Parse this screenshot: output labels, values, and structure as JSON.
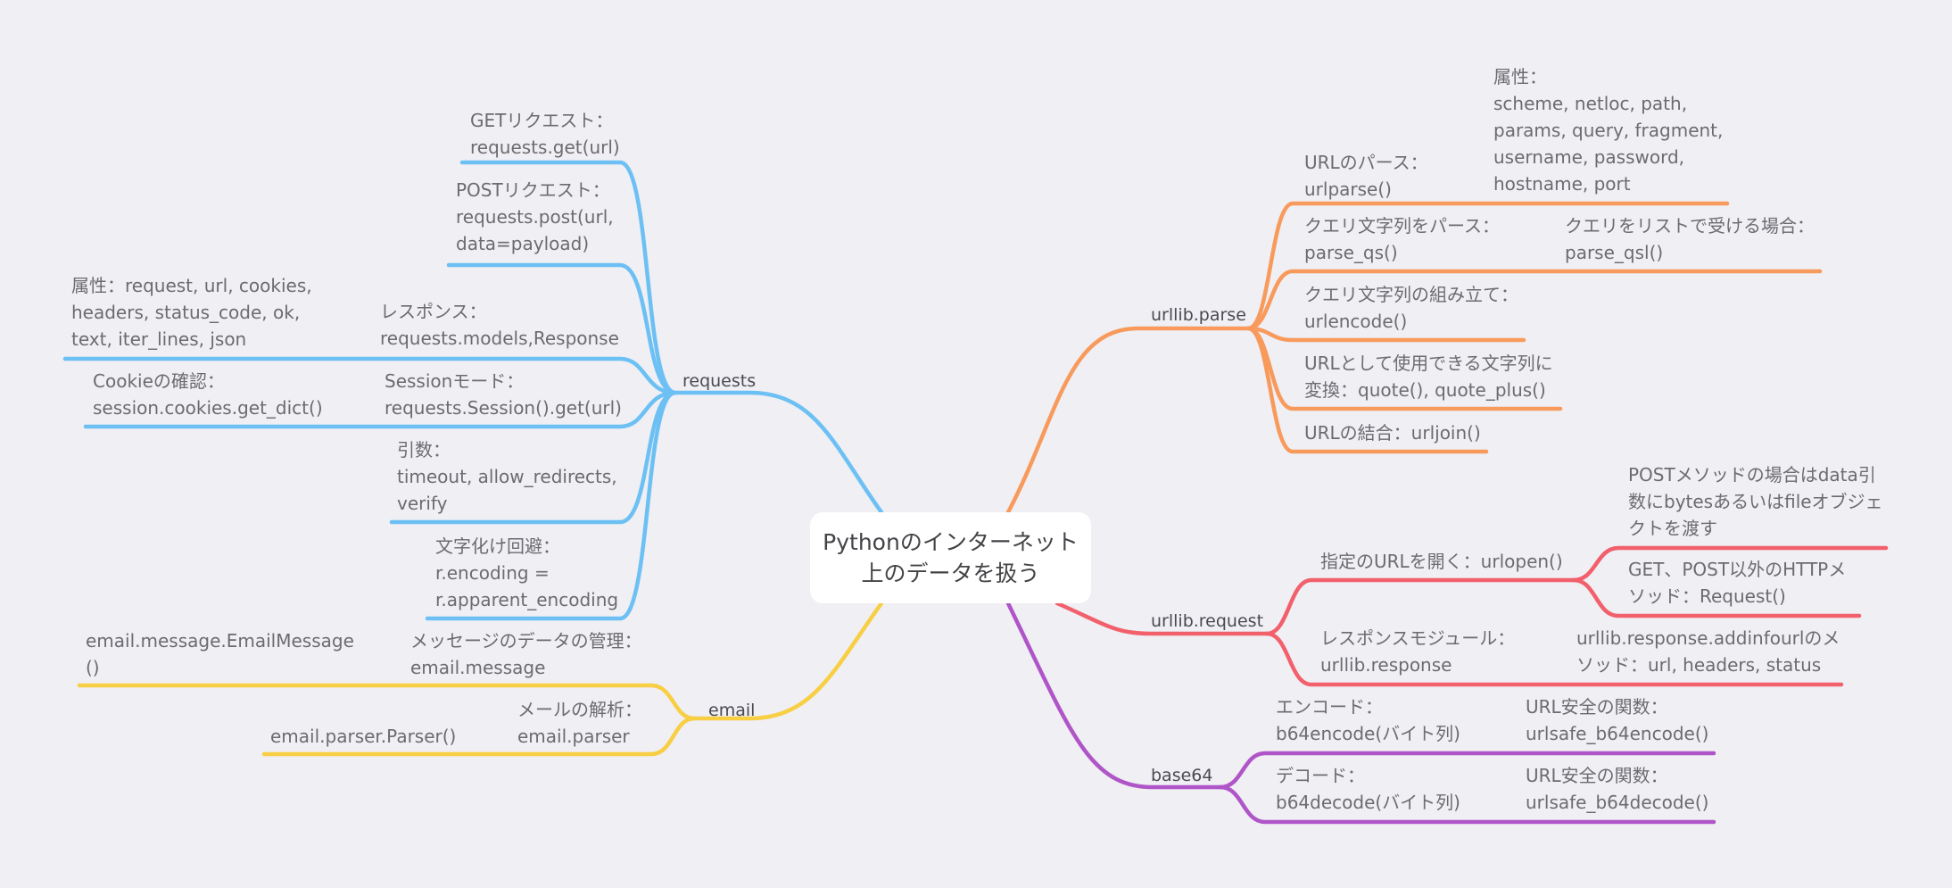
{
  "central_topic": "Pythonのインターネット\n上のデータを扱う",
  "branches": {
    "requests": {
      "label": "requests",
      "color": "#6cc0f3",
      "nodes": {
        "get": "GETリクエスト：\nrequests.get(url)",
        "post": "POSTリクエスト：\nrequests.post(url,\ndata=payload)",
        "response": "レスポンス：\nrequests.models,Response",
        "response_attrs": "属性：request, url, cookies,\nheaders, status_code, ok,\ntext, iter_lines, json",
        "session": "Sessionモード：\nrequests.Session().get(url)",
        "cookie": "Cookieの確認：\nsession.cookies.get_dict()",
        "args": "引数：\ntimeout, allow_redirects,\nverify",
        "encoding": "文字化け回避：\nr.encoding =\nr.apparent_encoding"
      }
    },
    "email": {
      "label": "email",
      "color": "#f8ce43",
      "nodes": {
        "message": "メッセージのデータの管理：\nemail.message",
        "email_message_class": "email.message.EmailMessage\n()",
        "parser": "メールの解析：\nemail.parser",
        "parser_class": "email.parser.Parser()"
      }
    },
    "urllib_parse": {
      "label": "urllib.parse",
      "color": "#f89a5c",
      "nodes": {
        "urlparse": "URLのパース：\nurlparse()",
        "urlparse_attrs": "属性：\nscheme, netloc, path,\nparams, query, fragment,\nusername, password,\nhostname, port",
        "parse_qs": "クエリ文字列をパース：\nparse_qs()",
        "parse_qsl": "クエリをリストで受ける場合：\nparse_qsl()",
        "urlencode": "クエリ文字列の組み立て：\nurlencode()",
        "quote": "URLとして使用できる文字列に\n変換：quote(), quote_plus()",
        "urljoin": "URLの結合：urljoin()"
      }
    },
    "urllib_request": {
      "label": "urllib.request",
      "color": "#f2606c",
      "nodes": {
        "urlopen": "指定のURLを開く：urlopen()",
        "post_method": "POSTメソッドの場合はdata引\n数にbytesあるいはfileオブジェ\nクトを渡す",
        "other_methods": "GET、POST以外のHTTPメ\nソッド：Request()",
        "response_module": "レスポンスモジュール：\nurllib.response",
        "addinfourl": "urllib.response.addinfourlのメ\nソッド：url, headers, status"
      }
    },
    "base64": {
      "label": "base64",
      "color": "#b055c8",
      "nodes": {
        "encode": "エンコード：\nb64encode(バイト列)",
        "urlsafe_encode": "URL安全の関数：\nurlsafe_b64encode()",
        "decode": "デコード：\nb64decode(バイト列)",
        "urlsafe_decode": "URL安全の関数：\nurlsafe_b64decode()"
      }
    }
  }
}
